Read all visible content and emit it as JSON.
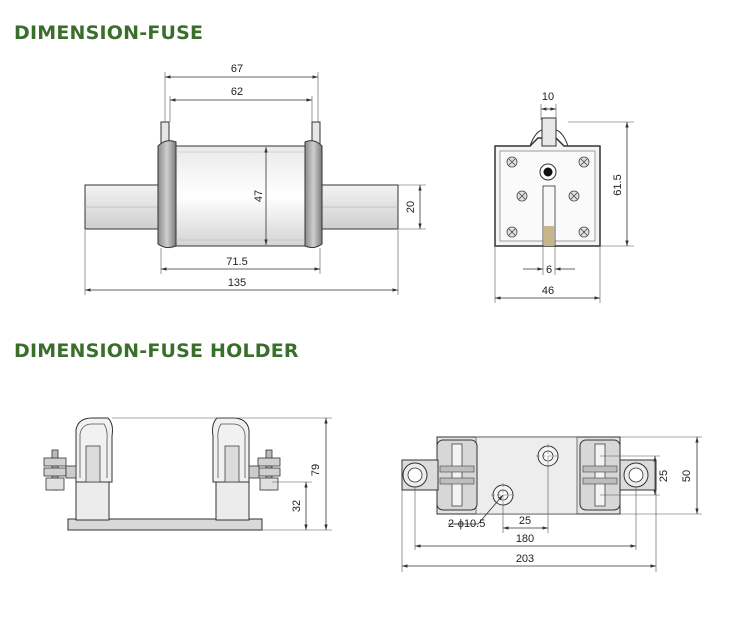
{
  "headings": {
    "fuse": "DIMENSION-FUSE",
    "holder": "DIMENSION-FUSE HOLDER"
  },
  "colors": {
    "heading": "#3a6e2b",
    "line": "#333333"
  },
  "fuse_side": {
    "overall_width": "67",
    "inner_width": "62",
    "body_height": "47",
    "body_length": "71.5",
    "total_length": "135",
    "blade_height": "20"
  },
  "fuse_end": {
    "top_slot": "10",
    "height": "61.5",
    "slot_width": "6",
    "width": "46"
  },
  "holder_side": {
    "total_height": "79",
    "base_height": "32"
  },
  "holder_top": {
    "hole_spacing": "25",
    "depth": "50",
    "hole_label": "2-ϕ10.5",
    "center_spacing": "25",
    "mount_spacing": "180",
    "total_length": "203"
  }
}
